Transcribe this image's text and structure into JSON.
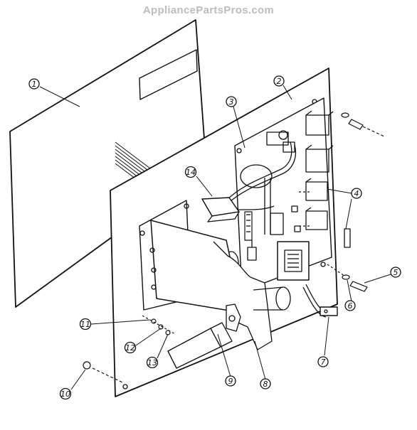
{
  "watermark": "AppliancePartsPros.com",
  "callouts": [
    {
      "id": "c1",
      "number": "1"
    },
    {
      "id": "c2",
      "number": "2"
    },
    {
      "id": "c3",
      "number": "3"
    },
    {
      "id": "c4",
      "number": "4"
    },
    {
      "id": "c5",
      "number": "5"
    },
    {
      "id": "c6",
      "number": "6"
    },
    {
      "id": "c7",
      "number": "7"
    },
    {
      "id": "c8",
      "number": "8"
    },
    {
      "id": "c9",
      "number": "9"
    },
    {
      "id": "c10",
      "number": "10"
    },
    {
      "id": "c11",
      "number": "11"
    },
    {
      "id": "c12",
      "number": "12"
    },
    {
      "id": "c13",
      "number": "13"
    },
    {
      "id": "c14",
      "number": "14"
    }
  ],
  "colors": {
    "ink": "#111111",
    "paper": "#ffffff",
    "watermark": "#bdbdbd"
  }
}
